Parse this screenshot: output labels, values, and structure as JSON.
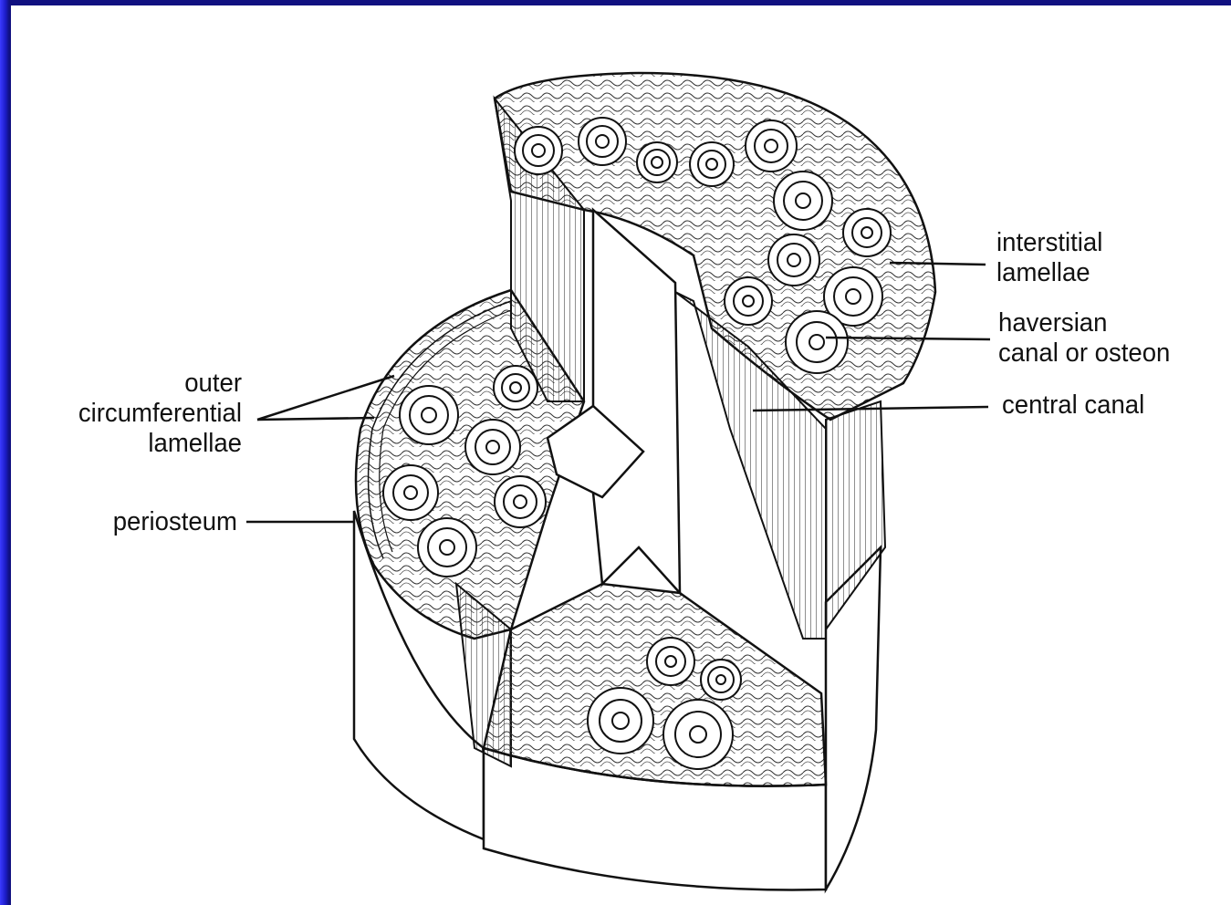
{
  "diagram": {
    "labels": {
      "outer_circumferential": "outer\ncircumferential\nlamellae",
      "periosteum": "periosteum",
      "interstitial": "interstitial\nlamellae",
      "haversian": "haversian\ncanal or osteon",
      "central_canal": "central canal"
    }
  },
  "colors": {
    "frame": "#1c1cc8",
    "background": "#ffffff",
    "ink": "#111111"
  }
}
